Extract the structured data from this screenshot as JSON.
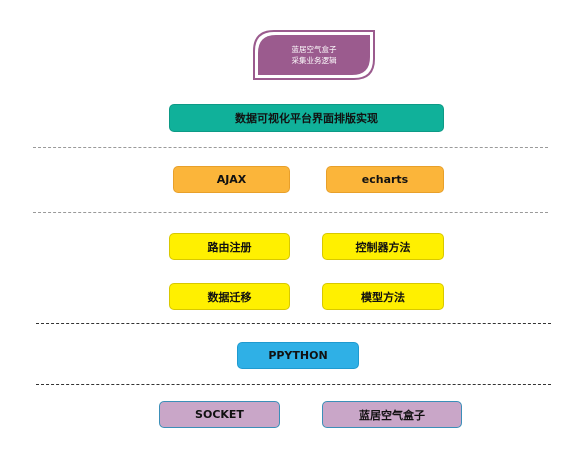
{
  "title": {
    "line1": "蓝居空气盒子",
    "line2": "采集业务逻辑"
  },
  "layers": {
    "layout": "数据可视化平台界面排版实现",
    "frontend": [
      "AJAX",
      "echarts"
    ],
    "backend_row1": [
      "路由注册",
      "控制器方法"
    ],
    "backend_row2": [
      "数据迁移",
      "模型方法"
    ],
    "language": "PPYTHON",
    "device": [
      "SOCKET",
      "蓝居空气盒子"
    ]
  },
  "colors": {
    "title": "#9b5b8e",
    "layout": "#10b19a",
    "frontend": "#fbb53a",
    "backend": "#fff000",
    "language": "#2fb0e6",
    "device": "#c9a6c8"
  }
}
